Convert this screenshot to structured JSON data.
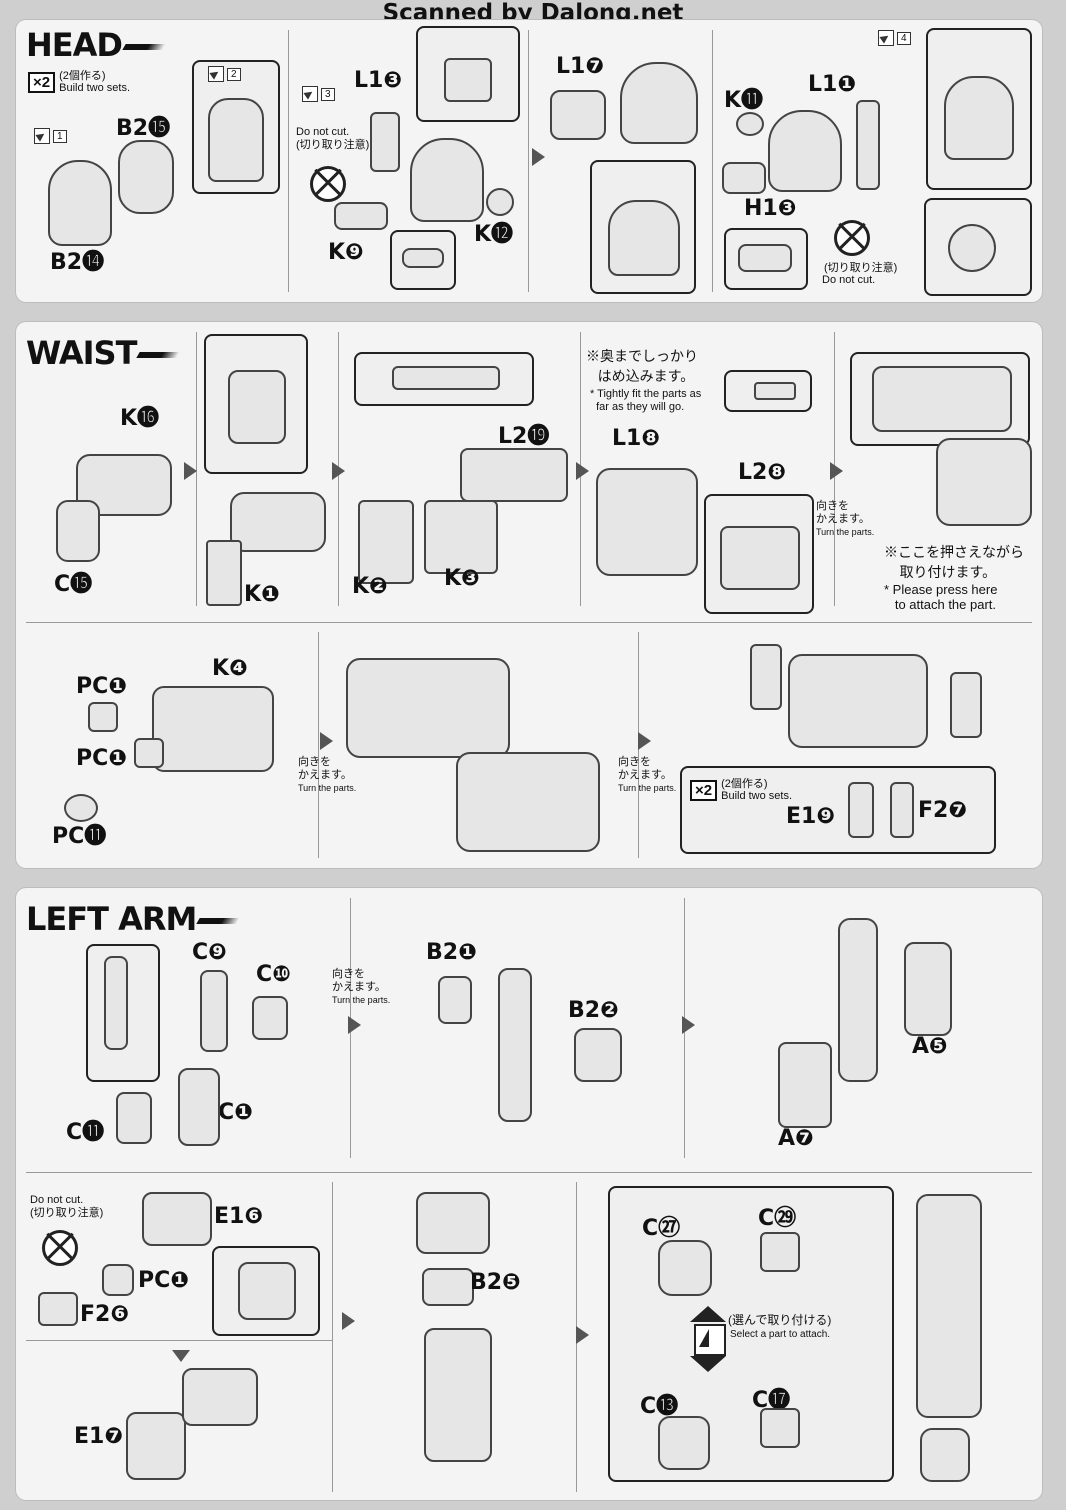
{
  "watermark": "Scanned by Dalong.net",
  "head": {
    "title": "HEAD",
    "x2_badge": "×2",
    "x2_jp": "(2個作る)",
    "x2_en": "Build two sets.",
    "steps": [
      "1",
      "2",
      "3",
      "4"
    ],
    "labels": {
      "b2_15": "B2⓯",
      "b2_14": "B2⓮",
      "l1_3": "L1❸",
      "k_9": "K❾",
      "k_12": "K⓬",
      "l1_7": "L1❼",
      "k_11": "K⓫",
      "l1_1": "L1❶",
      "h1_3": "H1❸"
    },
    "do_not_cut_1": "Do not cut.",
    "kiritori_1": "(切り取り注意)",
    "kiritori_2": "(切り取り注意)",
    "do_not_cut_2": "Do not cut."
  },
  "waist": {
    "title": "WAIST",
    "labels": {
      "k_16": "K⓰",
      "c_15": "C⓯",
      "k_1": "K❶",
      "l2_19": "L2⓳",
      "k_2": "K❷",
      "k_3": "K❸",
      "l1_8": "L1❽",
      "l2_8": "L2❽",
      "pc_1a": "PC❶",
      "pc_1b": "PC❶",
      "pc_11": "PC⓫",
      "k_4": "K❹",
      "e1_9": "E1❾",
      "f2_7": "F2❼"
    },
    "note_tight_jp1": "※奥までしっかり",
    "note_tight_jp2": "はめ込みます。",
    "note_tight_en1": "* Tightly fit the parts as",
    "note_tight_en2": "far as they will go.",
    "turn_jp1a": "向きを",
    "turn_jp1b": "かえます。",
    "turn_en1": "Turn the parts.",
    "turn_jp2a": "向きを",
    "turn_jp2b": "かえます。",
    "turn_en2": "Turn the parts.",
    "turn_jp3a": "向きを",
    "turn_jp3b": "かえます。",
    "turn_en3": "Turn the parts.",
    "press_jp1": "※ここを押さえながら",
    "press_jp2": "取り付けます。",
    "press_en1": "* Please press here",
    "press_en2": "to attach the part.",
    "x2_badge": "×2",
    "x2_jp": "(2個作る)",
    "x2_en": "Build two sets."
  },
  "left_arm": {
    "title": "LEFT ARM",
    "labels": {
      "c_9": "C❾",
      "c_10": "C❿",
      "c_11": "C⓫",
      "c_1": "C❶",
      "b2_1": "B2❶",
      "b2_2": "B2❷",
      "a_5": "A❺",
      "a_7": "A❼",
      "e1_6": "E1❻",
      "pc_1": "PC❶",
      "f2_6": "F2❻",
      "e1_7": "E1❼",
      "b2_5": "B2❺",
      "c_27": "C㉗",
      "c_29": "C㉙",
      "c_13": "C⓭",
      "c_17": "C⓱"
    },
    "turn_jp_a": "向きを",
    "turn_jp_b": "かえます。",
    "turn_en": "Turn the parts.",
    "do_not_cut": "Do not cut.",
    "kiritori": "(切り取り注意)",
    "select_jp": "(選んで取り付ける)",
    "select_en": "Select a part to attach."
  },
  "icons": [
    "scissors-prohibited-icon",
    "step-arrow-icon",
    "swap-option-icon"
  ]
}
